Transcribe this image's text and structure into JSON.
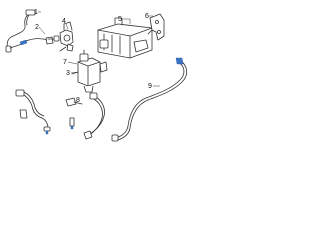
{
  "diagram": {
    "callouts": [
      {
        "id": "1",
        "text": "1"
      },
      {
        "id": "2",
        "text": "2"
      },
      {
        "id": "3",
        "text": "3"
      },
      {
        "id": "4",
        "text": "4"
      },
      {
        "id": "5",
        "text": "5"
      },
      {
        "id": "6",
        "text": "6"
      },
      {
        "id": "7",
        "text": "7"
      },
      {
        "id": "8",
        "text": "8"
      },
      {
        "id": "9",
        "text": "9"
      }
    ],
    "colors": {
      "line": "#333333",
      "highlight": "#3a74c4",
      "background": "#ffffff"
    }
  }
}
